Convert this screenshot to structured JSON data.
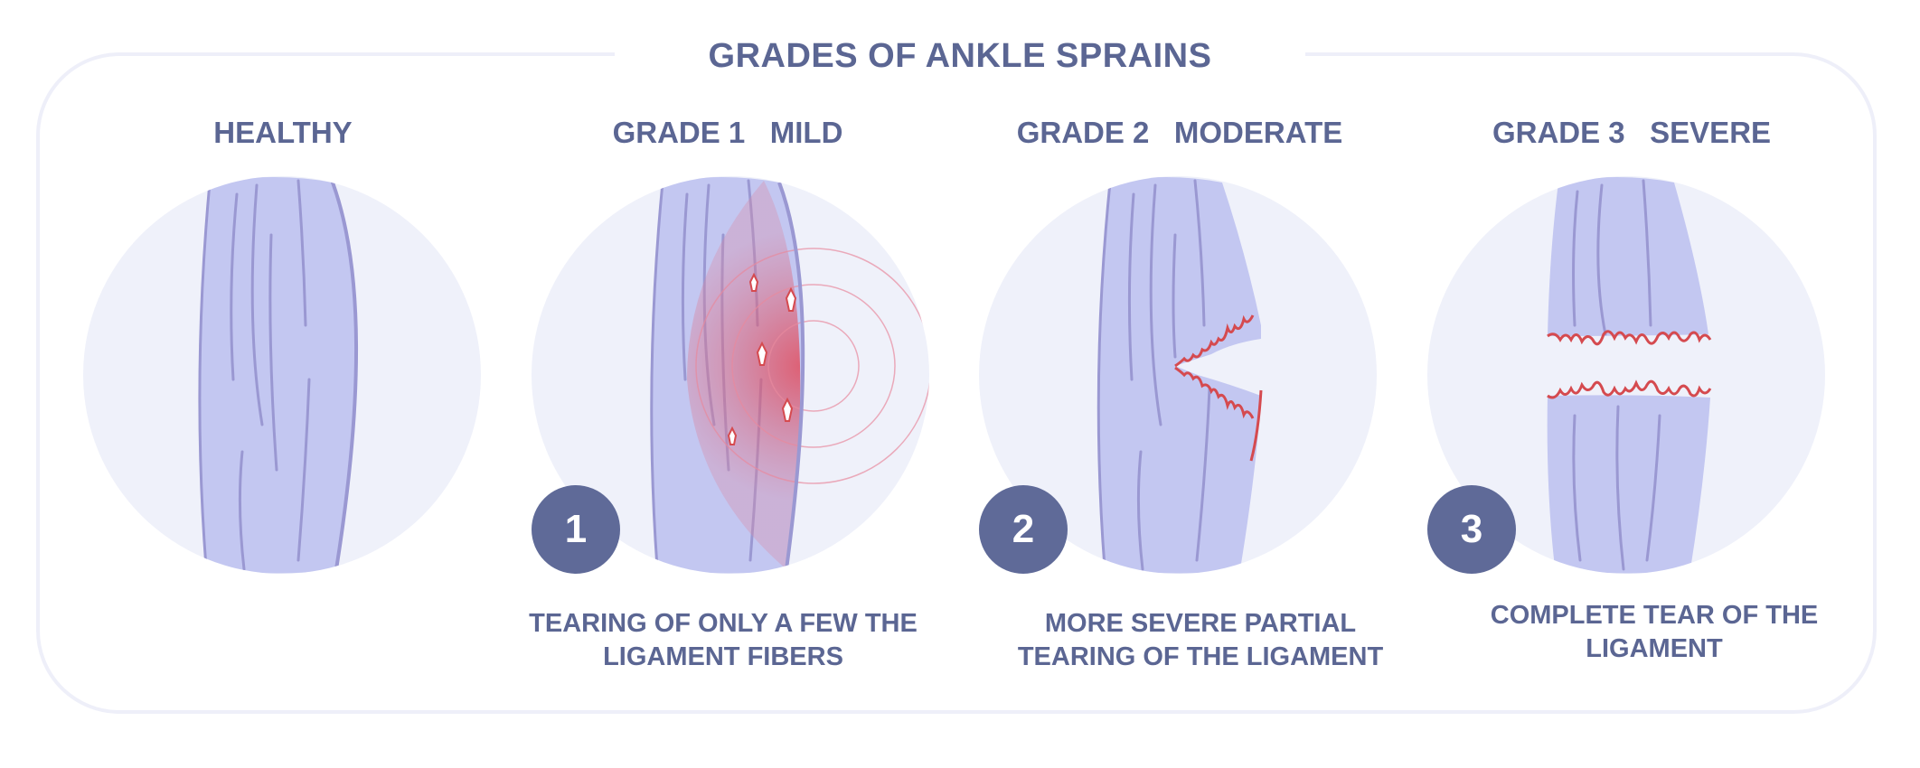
{
  "title": "GRADES OF ANKLE SPRAINS",
  "panels": [
    {
      "title": "HEALTHY"
    },
    {
      "title": "GRADE 1   MILD",
      "badge": "1",
      "caption": [
        "TEARING OF ONLY A FEW THE",
        "LIGAMENT FIBERS"
      ]
    },
    {
      "title": "GRADE 2   MODERATE",
      "badge": "2",
      "caption": [
        "MORE SEVERE PARTIAL",
        "TEARING OF THE LIGAMENT"
      ]
    },
    {
      "title": "GRADE 3   SEVERE",
      "badge": "3",
      "caption": [
        "COMPLETE TEAR OF THE",
        "LIGAMENT"
      ]
    }
  ],
  "colors": {
    "text": "#5b6693",
    "badge": "#5f6a98",
    "circle_bg": "#eff1fa",
    "ligament": "#c3c7f1",
    "fiber": "#9a98d2",
    "tear": "#d54a4f",
    "frame": "#eeeff9"
  }
}
